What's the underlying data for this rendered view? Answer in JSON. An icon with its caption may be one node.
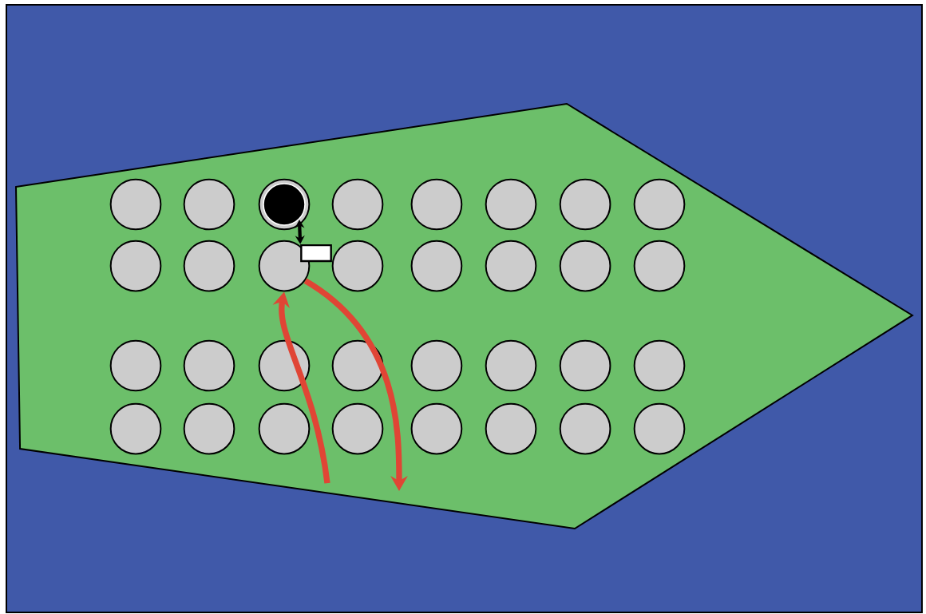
{
  "diagram": {
    "nodes": [
      {
        "text": [],
        "shape": "pentagon"
      },
      {
        "text": [],
        "shape": "circle",
        "in": 0
      },
      {
        "text": [],
        "shape": "circle",
        "in": 0
      },
      {
        "text": [],
        "shape": "circle",
        "in": 0
      },
      {
        "text": [],
        "shape": "circle",
        "in": 0
      },
      {
        "text": [],
        "shape": "circle",
        "in": 0
      },
      {
        "text": [],
        "shape": "circle",
        "in": 0
      },
      {
        "text": [],
        "shape": "circle",
        "in": 0
      },
      {
        "text": [],
        "shape": "circle",
        "in": 0
      },
      {
        "text": [],
        "shape": "dot",
        "in": 3
      },
      {
        "text": [],
        "shape": "circle",
        "in": 0
      },
      {
        "text": [],
        "shape": "circle",
        "in": 0
      },
      {
        "text": [],
        "shape": "circle",
        "in": 0
      },
      {
        "text": [],
        "shape": "circle",
        "in": 0
      },
      {
        "text": [],
        "shape": "circle",
        "in": 0
      },
      {
        "text": [],
        "shape": "circle",
        "in": 0
      },
      {
        "text": [],
        "shape": "circle",
        "in": 0
      },
      {
        "text": [],
        "shape": "circle",
        "in": 0
      },
      {
        "text": [],
        "shape": "box",
        "in": 0
      },
      {
        "text": [],
        "shape": "circle",
        "in": 0
      },
      {
        "text": [],
        "shape": "circle",
        "in": 0
      },
      {
        "text": [],
        "shape": "circle",
        "in": 0
      },
      {
        "text": [],
        "shape": "circle",
        "in": 0
      },
      {
        "text": [],
        "shape": "circle",
        "in": 0
      },
      {
        "text": [],
        "shape": "circle",
        "in": 0
      },
      {
        "text": [],
        "shape": "circle",
        "in": 0
      },
      {
        "text": [],
        "shape": "circle",
        "in": 0
      },
      {
        "text": [],
        "shape": "circle",
        "in": 0
      },
      {
        "text": [],
        "shape": "circle",
        "in": 0
      },
      {
        "text": [],
        "shape": "circle",
        "in": 0
      },
      {
        "text": [],
        "shape": "circle",
        "in": 0
      },
      {
        "text": [],
        "shape": "circle",
        "in": 0
      },
      {
        "text": [],
        "shape": "circle",
        "in": 0
      },
      {
        "text": [],
        "shape": "circle",
        "in": 0
      },
      {
        "text": [],
        "shape": "circle",
        "in": 0
      }
    ],
    "edges": [
      {
        "from": 9,
        "to": 18,
        "arrow": "both",
        "color": "#000000"
      },
      {
        "from": null,
        "to": 12,
        "arrow": "to",
        "color": "#e04535"
      },
      {
        "from": 12,
        "to": null,
        "arrow": "to",
        "color": "#e04535"
      }
    ]
  }
}
